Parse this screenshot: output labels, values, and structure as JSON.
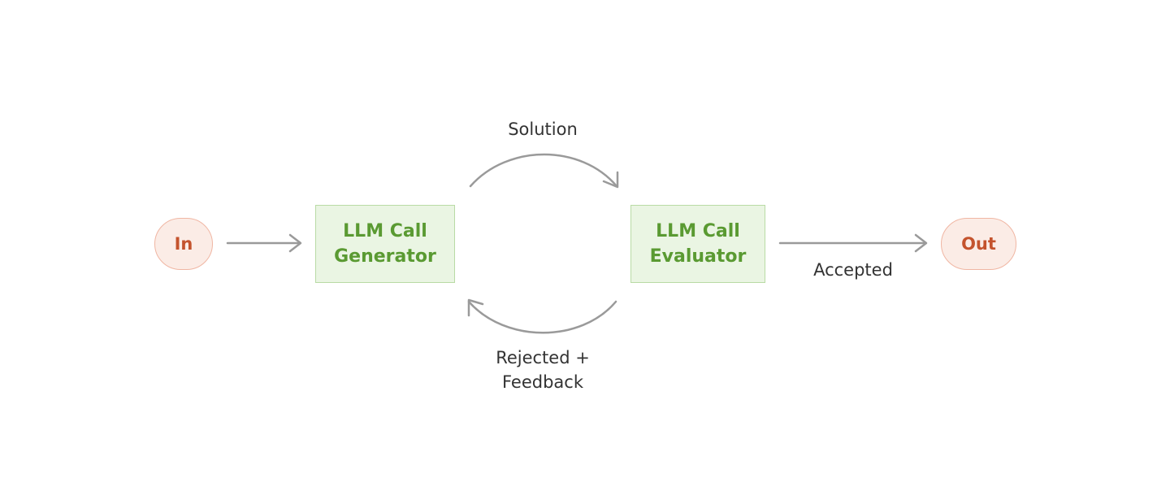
{
  "diagram": {
    "nodes": {
      "input": {
        "label": "In"
      },
      "generator": {
        "line1": "LLM Call",
        "line2": "Generator"
      },
      "evaluator": {
        "line1": "LLM Call",
        "line2": "Evaluator"
      },
      "output": {
        "label": "Out"
      }
    },
    "edges": {
      "solution": {
        "label": "Solution"
      },
      "rejected": {
        "line1": "Rejected +",
        "line2": "Feedback"
      },
      "accepted": {
        "label": "Accepted"
      }
    }
  },
  "colors": {
    "terminal_fill": "#fbece6",
    "terminal_border": "#f0b6a3",
    "terminal_text": "#c4532d",
    "llm_fill": "#eaf5e3",
    "llm_border": "#b9dba5",
    "llm_text": "#5a9a32",
    "arrow": "#9a9a9a",
    "label_text": "#333333"
  }
}
